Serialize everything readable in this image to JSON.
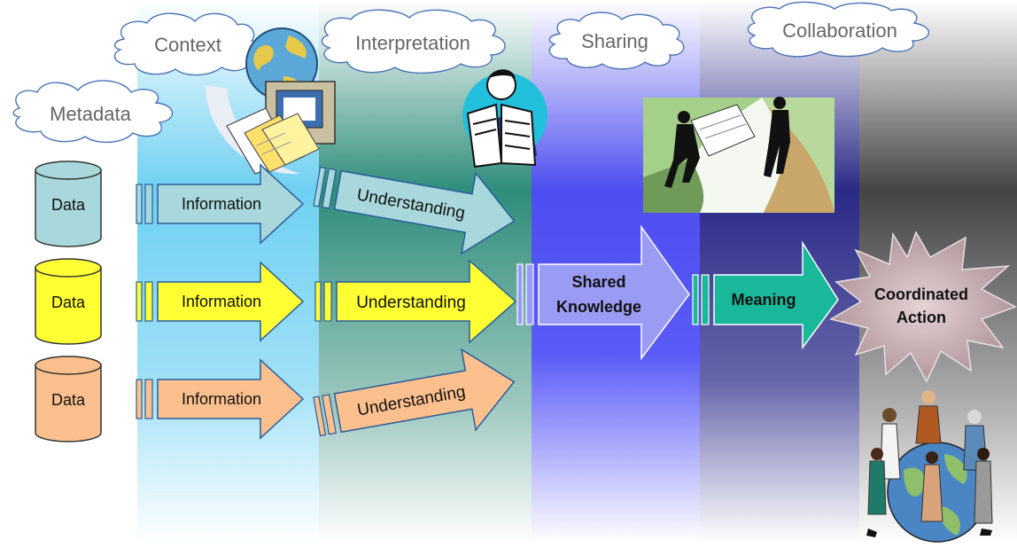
{
  "clouds": {
    "metadata": "Metadata",
    "context": "Context",
    "interpretation": "Interpretation",
    "sharing": "Sharing",
    "collaboration": "Collaboration"
  },
  "rows": [
    {
      "data": "Data",
      "information": "Information",
      "understanding": "Understanding",
      "color": "#a8d8dc"
    },
    {
      "data": "Data",
      "information": "Information",
      "understanding": "Understanding",
      "color": "#ffff33"
    },
    {
      "data": "Data",
      "information": "Information",
      "understanding": "Understanding",
      "color": "#fbc08e"
    }
  ],
  "stages": {
    "shared_knowledge": [
      "Shared",
      "Knowledge"
    ],
    "meaning": "Meaning",
    "coordinated_action": [
      "Coordinated",
      "Action"
    ]
  },
  "colors": {
    "shared_arrow": "#9a9cf4",
    "meaning_arrow": "#1ab89a",
    "starburst": "#b9a0a4",
    "cloud_text": "#666666"
  },
  "illustrations": [
    "globe-computer-icon",
    "newspaper-reader-icon",
    "handshake-cliff-icon",
    "people-circle-globe-icon"
  ]
}
